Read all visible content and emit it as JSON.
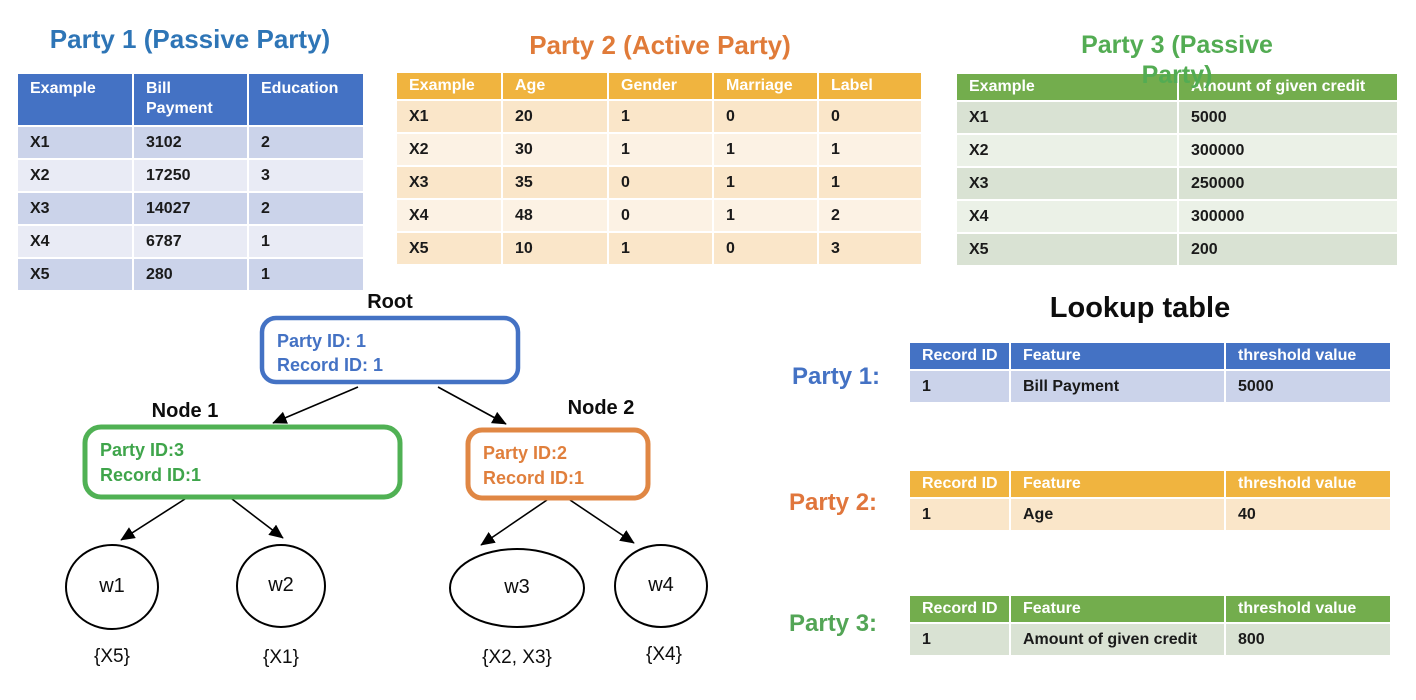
{
  "parties": [
    {
      "title": "Party 1 (Passive Party)",
      "role": "passive",
      "headers": [
        "Example",
        "Bill\nPayment",
        "Education"
      ],
      "rows": [
        [
          "X1",
          "3102",
          "2"
        ],
        [
          "X2",
          "17250",
          "3"
        ],
        [
          "X3",
          "14027",
          "2"
        ],
        [
          "X4",
          "6787",
          "1"
        ],
        [
          "X5",
          "280",
          "1"
        ]
      ]
    },
    {
      "title": "Party 2 (Active Party)",
      "role": "active",
      "headers": [
        "Example",
        "Age",
        "Gender",
        "Marriage",
        "Label"
      ],
      "rows": [
        [
          "X1",
          "20",
          "1",
          "0",
          "0"
        ],
        [
          "X2",
          "30",
          "1",
          "1",
          "1"
        ],
        [
          "X3",
          "35",
          "0",
          "1",
          "1"
        ],
        [
          "X4",
          "48",
          "0",
          "1",
          "2"
        ],
        [
          "X5",
          "10",
          "1",
          "0",
          "3"
        ]
      ]
    },
    {
      "title": "Party 3 (Passive Party)",
      "role": "passive",
      "headers": [
        "Example",
        "Amount of given credit"
      ],
      "rows": [
        [
          "X1",
          "5000"
        ],
        [
          "X2",
          "300000"
        ],
        [
          "X3",
          "250000"
        ],
        [
          "X4",
          "300000"
        ],
        [
          "X5",
          "200"
        ]
      ]
    }
  ],
  "tree": {
    "root_label": "Root",
    "root_lines": [
      "Party ID: 1",
      "Record ID: 1"
    ],
    "node1_label": "Node 1",
    "node1_lines": [
      "Party ID:3",
      "Record ID:1"
    ],
    "node2_label": "Node 2",
    "node2_lines": [
      "Party ID:2",
      "Record ID:1"
    ],
    "leaves": [
      {
        "name": "w1",
        "set": "{X5}"
      },
      {
        "name": "w2",
        "set": "{X1}"
      },
      {
        "name": "w3",
        "set": "{X2, X3}"
      },
      {
        "name": "w4",
        "set": "{X4}"
      }
    ]
  },
  "lookup": {
    "title": "Lookup table",
    "headers": [
      "Record ID",
      "Feature",
      "threshold value"
    ],
    "entries": [
      {
        "label": "Party 1:",
        "record_id": "1",
        "feature": "Bill Payment",
        "threshold": "5000"
      },
      {
        "label": "Party 2:",
        "record_id": "1",
        "feature": "Age",
        "threshold": "40"
      },
      {
        "label": "Party 3:",
        "record_id": "1",
        "feature": "Amount of given credit",
        "threshold": "800"
      }
    ]
  },
  "colors": {
    "blue_header": "#4472C4",
    "blue_band_dark": "#CBD3EA",
    "blue_band_light": "#E9EBF5",
    "blue_title": "#2E75B6",
    "gold_header": "#F0B43F",
    "gold_band_dark": "#FAE6C9",
    "gold_band_light": "#FCF2E4",
    "orange_title": "#E07B39",
    "green_header": "#73AD4D",
    "green_band_dark": "#D9E2D3",
    "green_band_light": "#EBF1E7",
    "green_title": "#53AC53",
    "tree_blue": "#4472C4",
    "tree_green": "#50B154",
    "tree_orange": "#E08744"
  }
}
